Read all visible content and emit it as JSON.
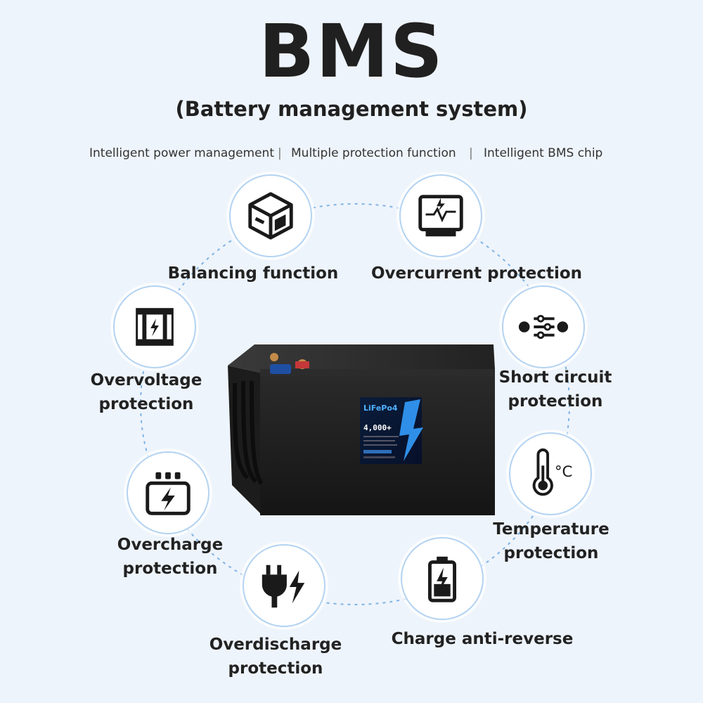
{
  "title": "BMS",
  "subtitle": "(Battery management system)",
  "features": [
    "Intelligent power management",
    "Multiple protection function",
    "Intelligent BMS chip"
  ],
  "separator": "|",
  "items": [
    {
      "label_lines": [
        "Balancing function"
      ],
      "icon": "balance-cube-icon"
    },
    {
      "label_lines": [
        "Overcurrent protection"
      ],
      "icon": "monitor-pulse-icon"
    },
    {
      "label_lines": [
        "Short circuit",
        "protection"
      ],
      "icon": "circuit-nodes-icon"
    },
    {
      "label_lines": [
        "Temperature",
        "protection"
      ],
      "icon": "thermometer-icon"
    },
    {
      "label_lines": [
        "Charge anti-reverse"
      ],
      "icon": "battery-charge-icon"
    },
    {
      "label_lines": [
        "Overdischarge",
        "protection"
      ],
      "icon": "plug-bolt-icon"
    },
    {
      "label_lines": [
        "Overcharge",
        "protection"
      ],
      "icon": "cell-bolt-icon"
    },
    {
      "label_lines": [
        "Overvoltage",
        "protection"
      ],
      "icon": "fuse-box-icon"
    }
  ],
  "thermometer_unit": "°C",
  "battery": {
    "chemistry": "LiFePo4",
    "cycles": "4,000+"
  },
  "colors": {
    "background": "#eef4fb",
    "ring": "#7fb3e6",
    "badge_border": "#b4d3f2",
    "label_accent": "#2f8fe8"
  }
}
